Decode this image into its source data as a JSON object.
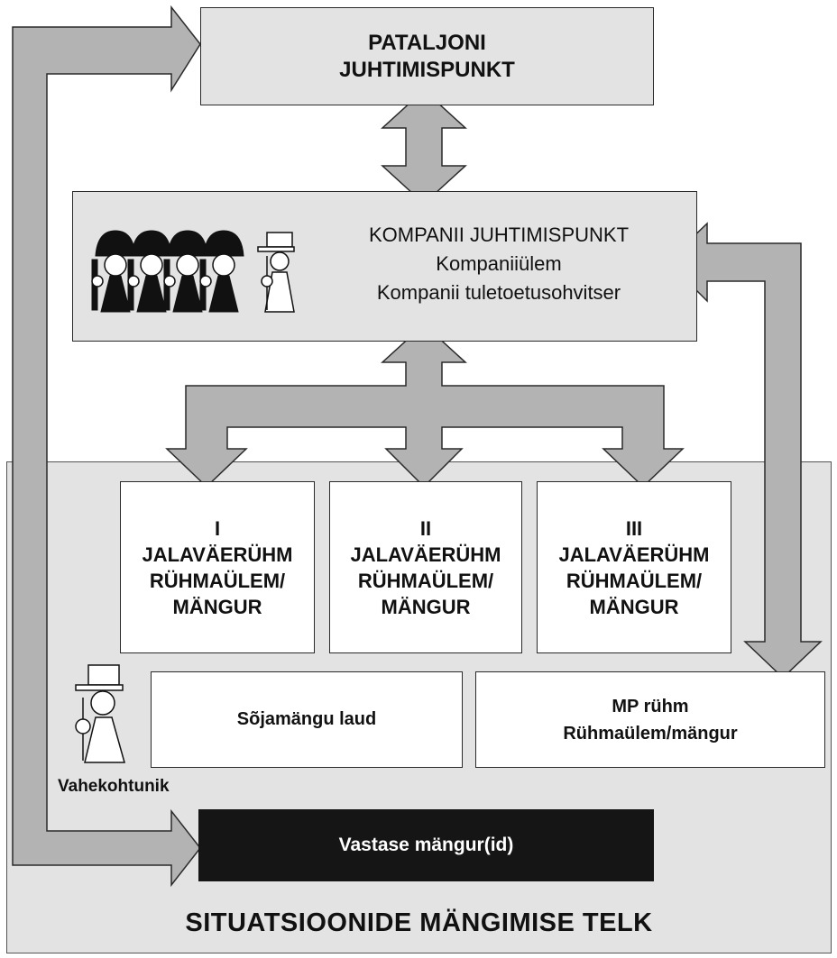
{
  "colors": {
    "box_fill": "#e3e3e3",
    "arrow_fill": "#b3b3b3",
    "outline": "#2a2a2a",
    "dark_box": "#151515",
    "white": "#ffffff"
  },
  "battalion_cp": {
    "line1": "PATALJONI",
    "line2": "JUHTIMISPUNKT"
  },
  "company_cp": {
    "line1": "KOMPANII JUHTIMISPUNKT",
    "line2": "Kompaniiülem",
    "line3": "Kompanii tuletoetusohvitser",
    "icons": [
      "helmet-soldier-icon",
      "helmet-soldier-icon",
      "helmet-soldier-icon",
      "helmet-soldier-icon",
      "officer-icon"
    ]
  },
  "platoons": [
    {
      "numeral": "I",
      "type": "JALAVÄERÜHM",
      "role": "RÜHMAÜLEM/",
      "player": "MÄNGUR"
    },
    {
      "numeral": "II",
      "type": "JALAVÄERÜHM",
      "role": "RÜHMAÜLEM/",
      "player": "MÄNGUR"
    },
    {
      "numeral": "III",
      "type": "JALAVÄERÜHM",
      "role": "RÜHMAÜLEM/",
      "player": "MÄNGUR"
    }
  ],
  "wargame_table": "Sõjamängu laud",
  "mp_platoon": {
    "line1": "MP rühm",
    "line2": "Rühmaülem/mängur"
  },
  "umpire": {
    "label": "Vahekohtunik",
    "icon": "umpire-icon"
  },
  "opponent": "Vastase mängur(id)",
  "tent_title": "SITUATSIOONIDE MÄNGIMISE TELK"
}
